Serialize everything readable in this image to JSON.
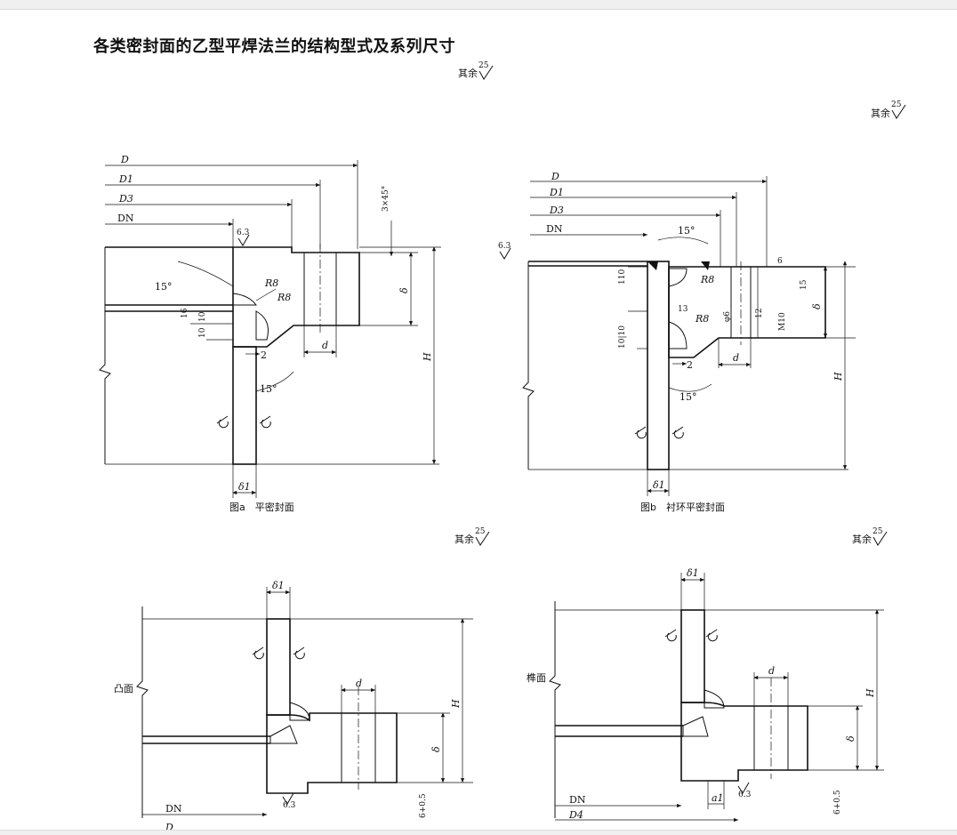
{
  "title": "各类密封面的乙型平焊法兰的结构型式及系列尺寸",
  "roughness": {
    "rest_label": "其余",
    "rest_value": "25",
    "face_value": "6.3"
  },
  "figure_a": {
    "caption": "图a　平密封面",
    "dims": {
      "D": "D",
      "D1": "D1",
      "D3": "D3",
      "DN": "DN",
      "chamfer": "3×45°",
      "r1": "R8",
      "r2": "R8",
      "a1": "15°",
      "a2": "15°",
      "n16": "16",
      "n10a": "10",
      "n10b": "10",
      "n2": "2",
      "delta": "δ",
      "H": "H",
      "d": "d",
      "delta1": "δ1"
    }
  },
  "figure_b": {
    "caption": "图b　衬环平密封面",
    "dims": {
      "D": "D",
      "D1": "D1",
      "D3": "D3",
      "DN": "DN",
      "a1": "15°",
      "a2": "15°",
      "r1": "R8",
      "r2": "R8",
      "n6": "6",
      "n15": "15",
      "n12": "12",
      "n110": "110",
      "n1010": "10|10",
      "n13": "13",
      "n2": "2",
      "phi": "φ6",
      "m10": "M10",
      "delta": "δ",
      "H": "H",
      "d": "d",
      "delta1": "δ1"
    }
  },
  "figure_c": {
    "side_label": "凸面",
    "dims": {
      "delta1": "δ1",
      "d": "d",
      "H": "H",
      "delta": "δ",
      "DN": "DN",
      "D": "D",
      "tol": "6+0.5"
    }
  },
  "figure_d": {
    "side_label": "榫面",
    "dims": {
      "delta1": "δ1",
      "d": "d",
      "H": "H",
      "delta": "δ",
      "DN": "DN",
      "D4": "D4",
      "a1": "a1",
      "tol": "6+0.5"
    }
  }
}
